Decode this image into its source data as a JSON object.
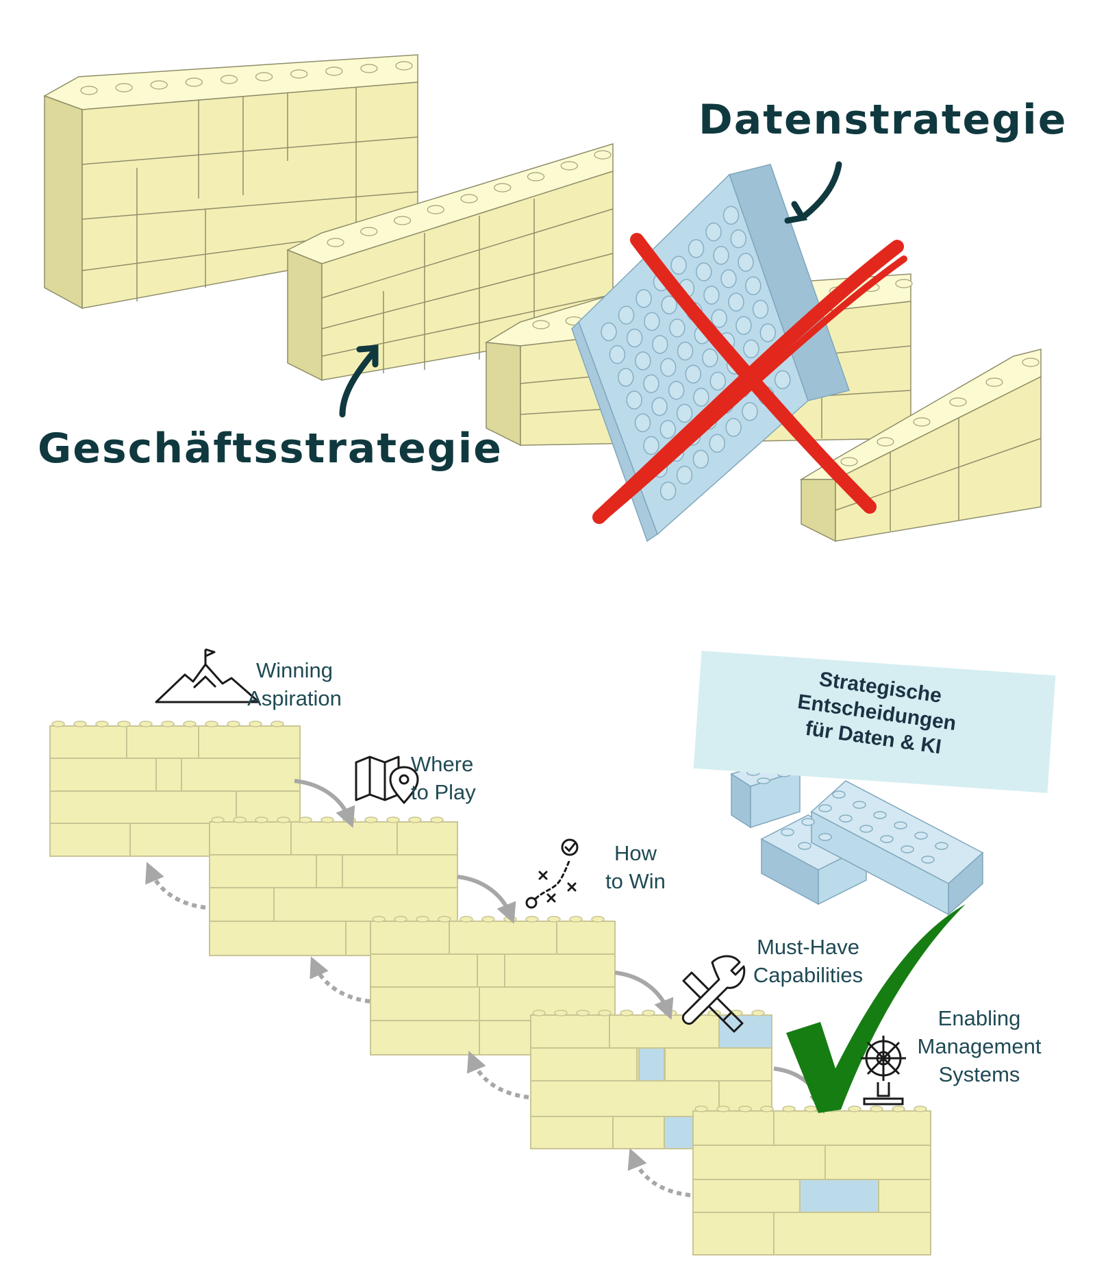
{
  "top_panel": {
    "label_data_strategy": "Datenstrategie",
    "label_business_strategy": "Geschäftsstrategie"
  },
  "steps": [
    {
      "line1": "Winning",
      "line2": "Aspiration",
      "icon": "mountain-flag-icon"
    },
    {
      "line1": "Where",
      "line2": "to Play",
      "icon": "map-pin-icon"
    },
    {
      "line1": "How",
      "line2": "to Win",
      "icon": "strategy-play-icon"
    },
    {
      "line1": "Must-Have",
      "line2": "Capabilities",
      "icon": "wrench-screwdriver-icon"
    },
    {
      "line1": "Enabling",
      "line2": "Management",
      "line3": "Systems",
      "icon": "ship-wheel-icon"
    }
  ],
  "decision_box": {
    "line1": "Strategische",
    "line2": "Entscheidungen",
    "line3": "für Daten & KI"
  },
  "colors": {
    "brick_yellow": "#f2efb4",
    "brick_blue": "#bcdbea",
    "cross_red": "#e2281d",
    "check_green": "#167d12",
    "text_dark": "#10393f",
    "box_fill": "#d6eef2"
  }
}
